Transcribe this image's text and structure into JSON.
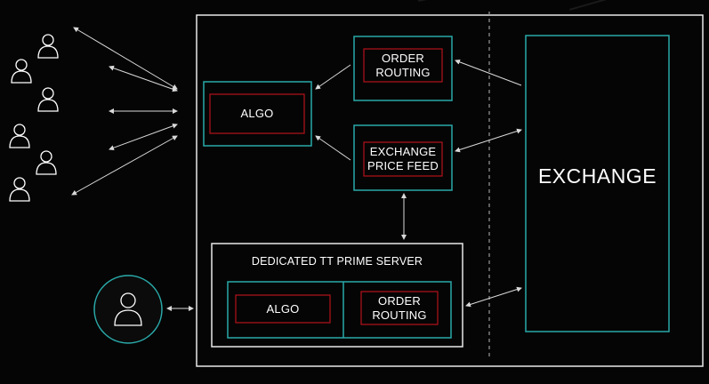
{
  "colors": {
    "background": "#050505",
    "frame": "#e9e9e9",
    "teal": "#2aa9a9",
    "red": "#b3131b",
    "white": "#ffffff",
    "arrow": "#d9d9d9"
  },
  "labels": {
    "algo_main": "ALGO",
    "order_routing_top": "ORDER\nROUTING",
    "exchange_price_feed": "EXCHANGE\nPRICE FEED",
    "exchange": "EXCHANGE",
    "server_title": "DEDICATED TT PRIME SERVER",
    "algo_server": "ALGO",
    "order_routing_server": "ORDER\nROUTING"
  },
  "icons": {
    "users": "user-icon",
    "trader": "user-circle-icon"
  }
}
